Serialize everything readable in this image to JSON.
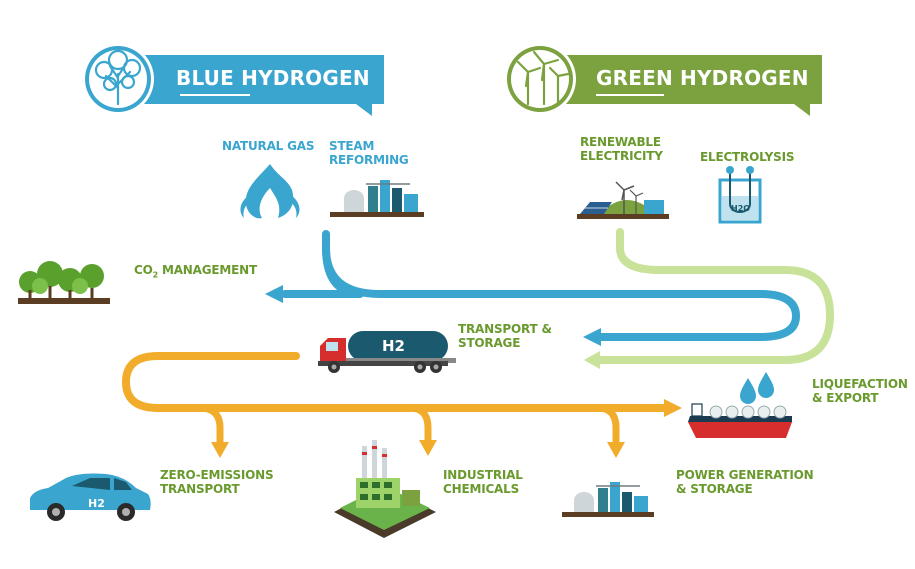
{
  "banners": {
    "blue": {
      "title": "BLUE HYDROGEN"
    },
    "green": {
      "title": "GREEN HYDROGEN"
    }
  },
  "labels": {
    "natural_gas": "NATURAL GAS",
    "steam_reforming": "STEAM\nREFORMING",
    "renewable_electricity": "RENEWABLE\nELECTRICITY",
    "electrolysis": "ELECTROLYSIS",
    "co2_management_pre": "CO",
    "co2_management_sub": "2",
    "co2_management_post": " MANAGEMENT",
    "transport_storage": "TRANSPORT &\nSTORAGE",
    "liquefaction_export": "LIQUEFACTION\n& EXPORT",
    "zero_emissions_transport": "ZERO-EMISSIONS\nTRANSPORT",
    "industrial_chemicals": "INDUSTRIAL\nCHEMICALS",
    "power_generation_storage": "POWER GENERATION\n& STORAGE"
  },
  "icon_text": {
    "truck_tank": "H2",
    "car": "H2",
    "electrolysis_cell": "H2O"
  },
  "colors": {
    "blue_accent": "#3aa6cf",
    "green_accent": "#7ba23f",
    "light_green_flow": "#c9e29a",
    "orange_flow": "#f2ac2b",
    "dark_teal": "#1b5a6e"
  },
  "icons": [
    "tree-icon",
    "wind-turbine-icon",
    "flame-icon",
    "refinery-icon",
    "solar-wind-icon",
    "electrolysis-icon",
    "forest-icon",
    "tanker-truck-icon",
    "lng-ship-icon",
    "water-drops-icon",
    "car-icon",
    "factory-icon",
    "power-plant-icon"
  ]
}
